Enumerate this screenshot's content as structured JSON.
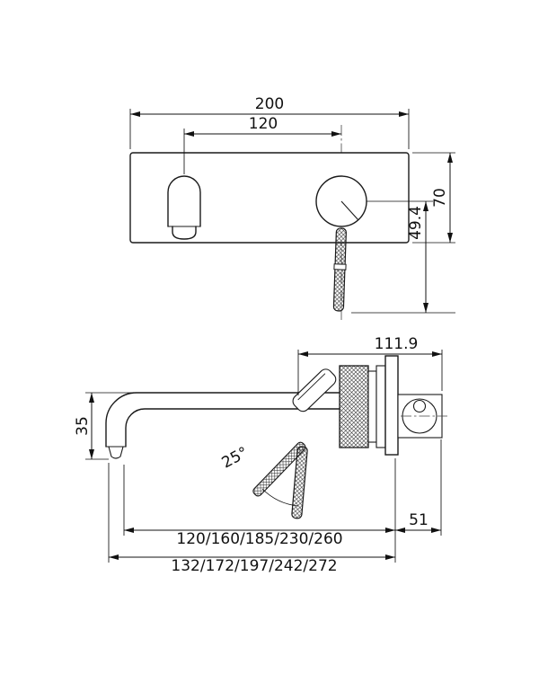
{
  "colors": {
    "background": "#ffffff",
    "line": "#1a1a1a"
  },
  "front_view": {
    "overall_width": "200",
    "spout_to_handle_spacing": "120",
    "plate_height": "70",
    "handle_drop": "49.4"
  },
  "side_view": {
    "depth_to_wall": "111.9",
    "spout_drop": "35",
    "handle_swing_angle": "25°",
    "spout_reach": "120/160/185/230/260",
    "overall_reach": "132/172/197/242/272",
    "behind_wall_depth": "51"
  }
}
